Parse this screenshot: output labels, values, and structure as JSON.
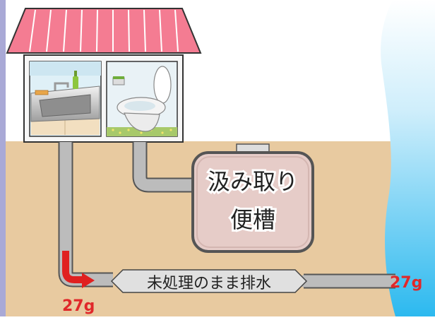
{
  "tank": {
    "line1": "汲み取り",
    "line2": "便槽"
  },
  "drain_label": "未処理のまま排水",
  "load_in": "27g",
  "load_out": "27g",
  "colors": {
    "ground": "#e8caa0",
    "water": "#35c0f0",
    "left_stripe": "#a9a9d6",
    "roof": "#f47c92",
    "pipe": "#bcbcbc",
    "pipe_outline": "#555555",
    "tank_fill": "#e6ccc8",
    "arrow_red": "#e02020",
    "label_red": "#e0282a"
  },
  "icons": [
    "sink-icon",
    "toilet-icon",
    "arrow-icon"
  ]
}
